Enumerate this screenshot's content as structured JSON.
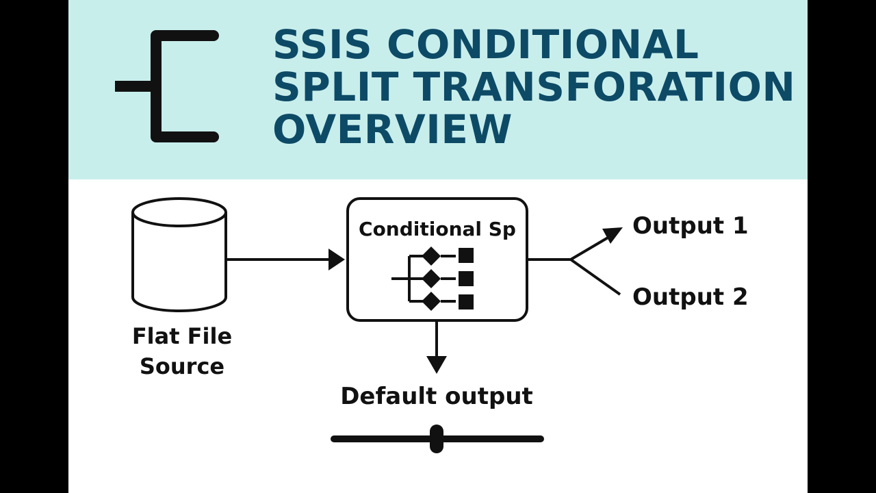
{
  "title": {
    "line1": "SSIS CONDITIONAL",
    "line2": "SPLIT TRANSFORATION",
    "line3": "OVERVIEW"
  },
  "diagram": {
    "source_label_line1": "Flat File",
    "source_label_line2": "Source",
    "transform_label": "Conditional Sp",
    "output1_label": "Output 1",
    "output2_label": "Output 2",
    "default_label": "Default output"
  },
  "colors": {
    "banner_bg": "#c8eeec",
    "title_text": "#0d4a66",
    "ink": "#111111"
  },
  "icons": [
    "split-bracket-icon",
    "database-cylinder-icon",
    "conditional-split-icon",
    "slider-icon"
  ]
}
